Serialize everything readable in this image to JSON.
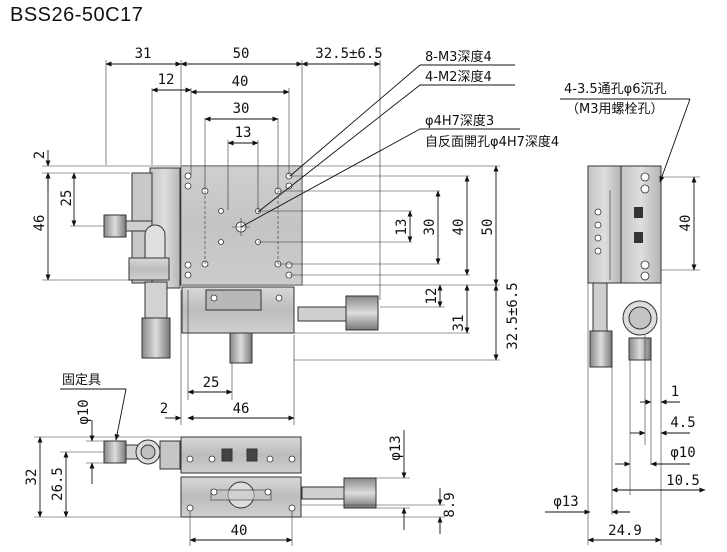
{
  "title": "BSS26-50C17",
  "top_view": {
    "dims_top": {
      "d31": "31",
      "d50": "50",
      "d325": "32.5±6.5",
      "d12": "12",
      "d40": "40",
      "d30": "30",
      "d13": "13"
    },
    "dims_left": {
      "d2": "2",
      "d25": "25",
      "d46": "46"
    },
    "dims_right": {
      "d13": "13",
      "d30": "30",
      "d40": "40",
      "d50": "50",
      "d12": "12",
      "d31": "31",
      "d325": "32.5±6.5"
    },
    "dims_bottom": {
      "d25": "25",
      "d2": "2",
      "d46": "46"
    },
    "notes": [
      "8-M3深度4",
      "4-M2深度4",
      "φ4H7深度3",
      "自反面開孔φ4H7深度4"
    ]
  },
  "front_view": {
    "clamp_label": "固定具",
    "dims": {
      "phi10": "φ10",
      "d32": "32",
      "d265": "26.5",
      "phi13": "φ13",
      "d89": "8.9",
      "d40": "40"
    }
  },
  "side_view": {
    "notes": [
      "4-3.5通孔φ6沉孔",
      "（M3用螺栓孔）"
    ],
    "dims": {
      "d40": "40",
      "d1": "1",
      "d45": "4.5",
      "phi10": "φ10",
      "d105": "10.5",
      "phi13": "φ13",
      "d249": "24.9"
    }
  }
}
